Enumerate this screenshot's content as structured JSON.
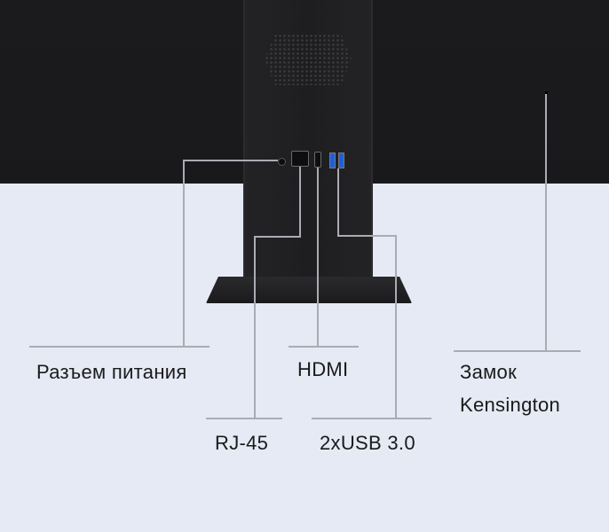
{
  "labels": {
    "power": "Разъем питания",
    "hdmi": "HDMI",
    "lock_line1": "Замок",
    "lock_line2": "Kensington",
    "rj45": "RJ-45",
    "usb": "2xUSB 3.0"
  },
  "colors": {
    "background": "#e6eaf5",
    "monitor": "#1b1b1d",
    "leader_lines": "#a9acb3",
    "usb_port": "#1f5fd6",
    "text": "#1a1a1a"
  }
}
